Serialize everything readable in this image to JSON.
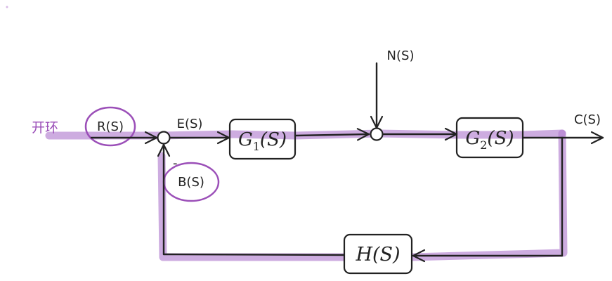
{
  "colors": {
    "ink": "#222222",
    "highlight": "#b27fcf",
    "highlight_text": "#9b4fb8"
  },
  "annotation": {
    "label": "开环"
  },
  "signals": {
    "input": "R(S)",
    "error": "E(S)",
    "feedback": "B(S)",
    "disturbance": "N(S)",
    "output": "C(S)",
    "minus_sign": "-"
  },
  "blocks": {
    "g1": {
      "main": "G",
      "sub": "1",
      "arg": "(S)"
    },
    "g2": {
      "main": "G",
      "sub": "2",
      "arg": "(S)"
    },
    "h": {
      "main": "H(S)"
    }
  }
}
